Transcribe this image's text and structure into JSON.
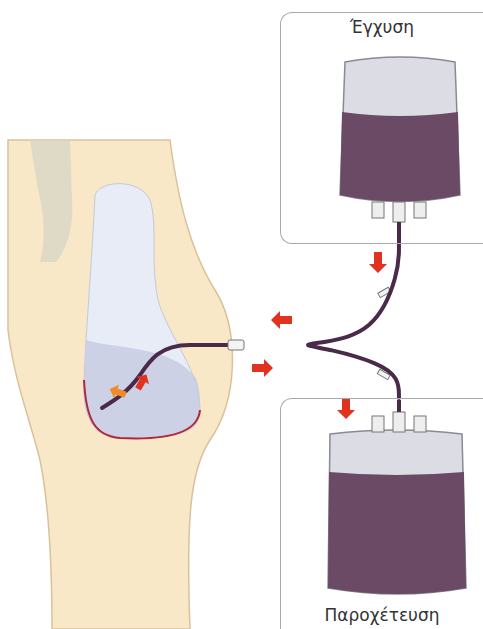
{
  "diagram": {
    "nodes": [
      {
        "text": [
          "Έγχυση"
        ]
      },
      {
        "text": [
          "Παροχέτευση"
        ]
      }
    ],
    "edges": [
      {
        "from": 0,
        "to": 1,
        "arrow": "none"
      }
    ]
  }
}
